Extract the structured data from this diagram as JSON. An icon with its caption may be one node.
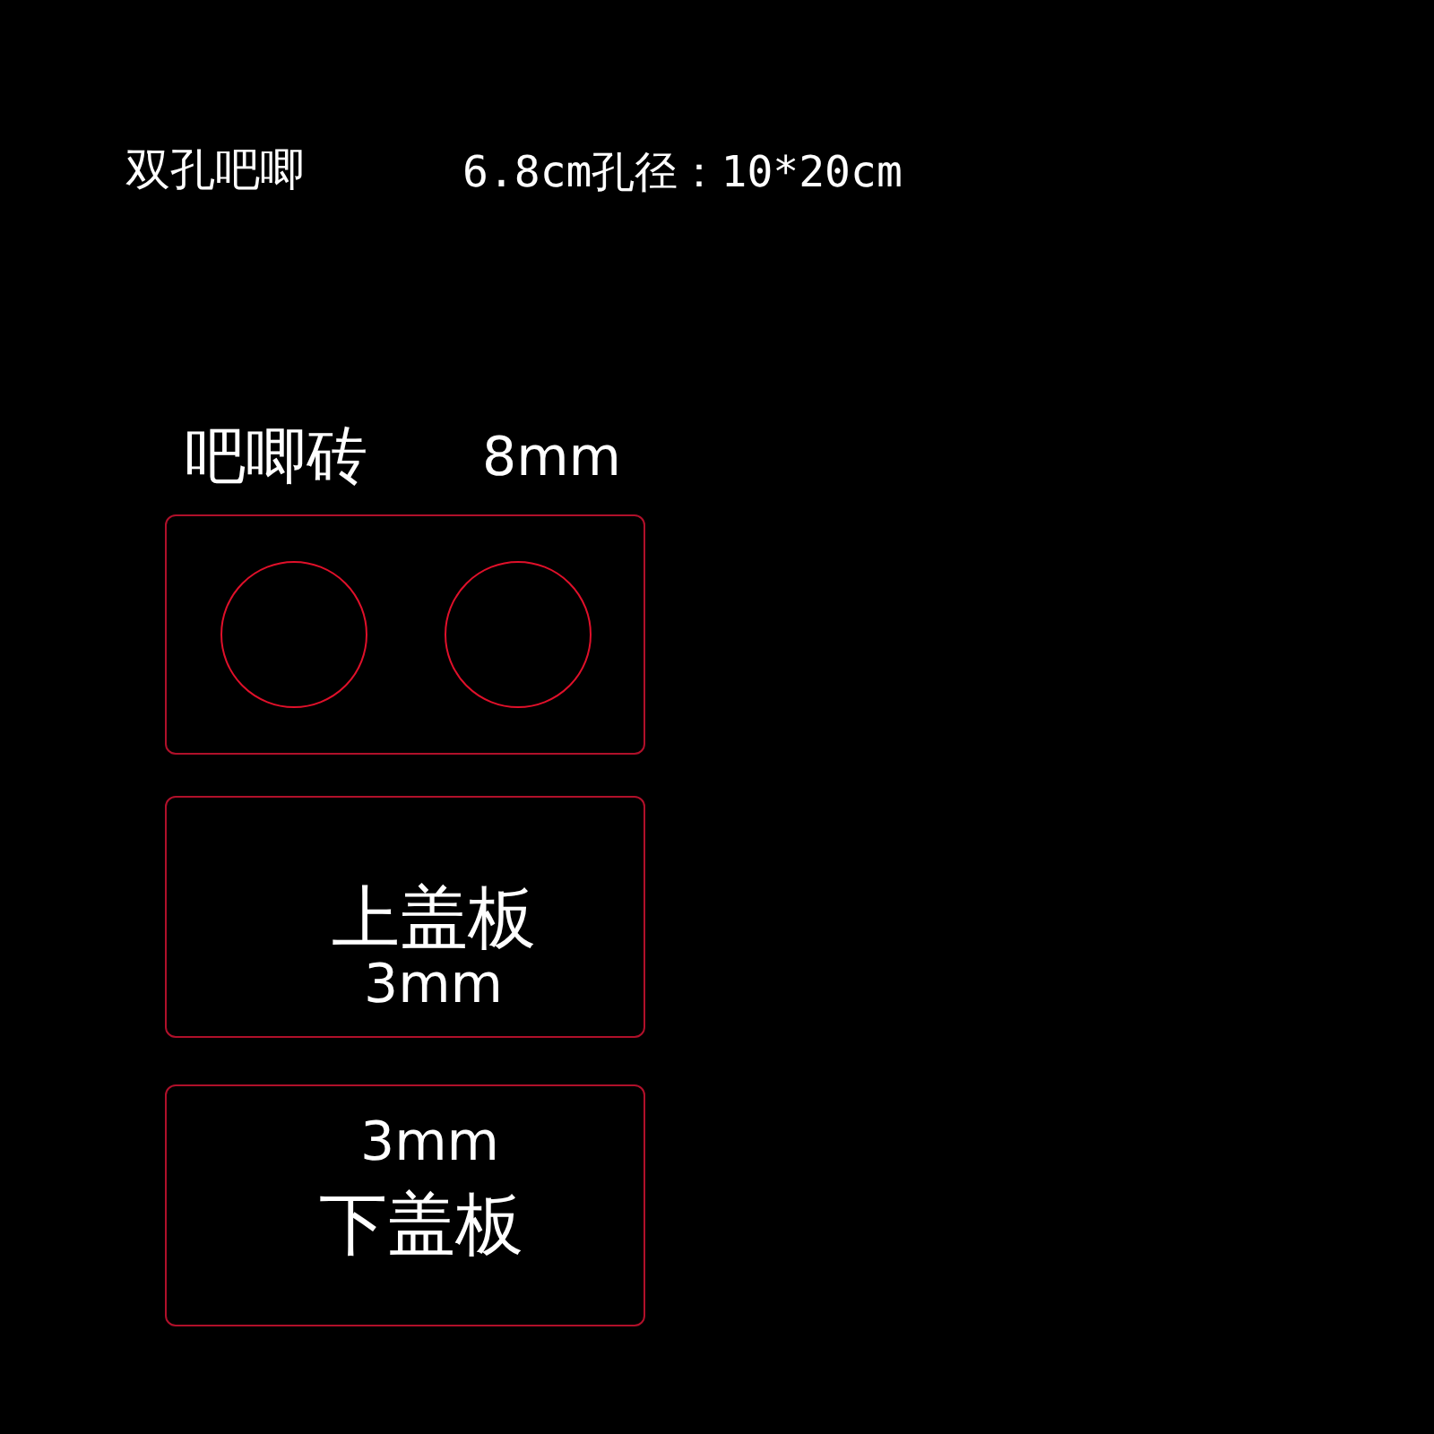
{
  "diagram": {
    "nodes": [
      {
        "text": [
          "吧唧砖",
          "8mm"
        ]
      },
      {
        "text": [],
        "shape": "circle",
        "in": 0
      },
      {
        "text": [],
        "shape": "circle",
        "in": 0
      },
      {
        "text": [
          "上盖板",
          "3mm"
        ]
      },
      {
        "text": [
          "3mm",
          "下盖板"
        ]
      }
    ],
    "labels": [
      "双孔吧唧",
      "6.8cm孔径：10*20cm"
    ]
  }
}
